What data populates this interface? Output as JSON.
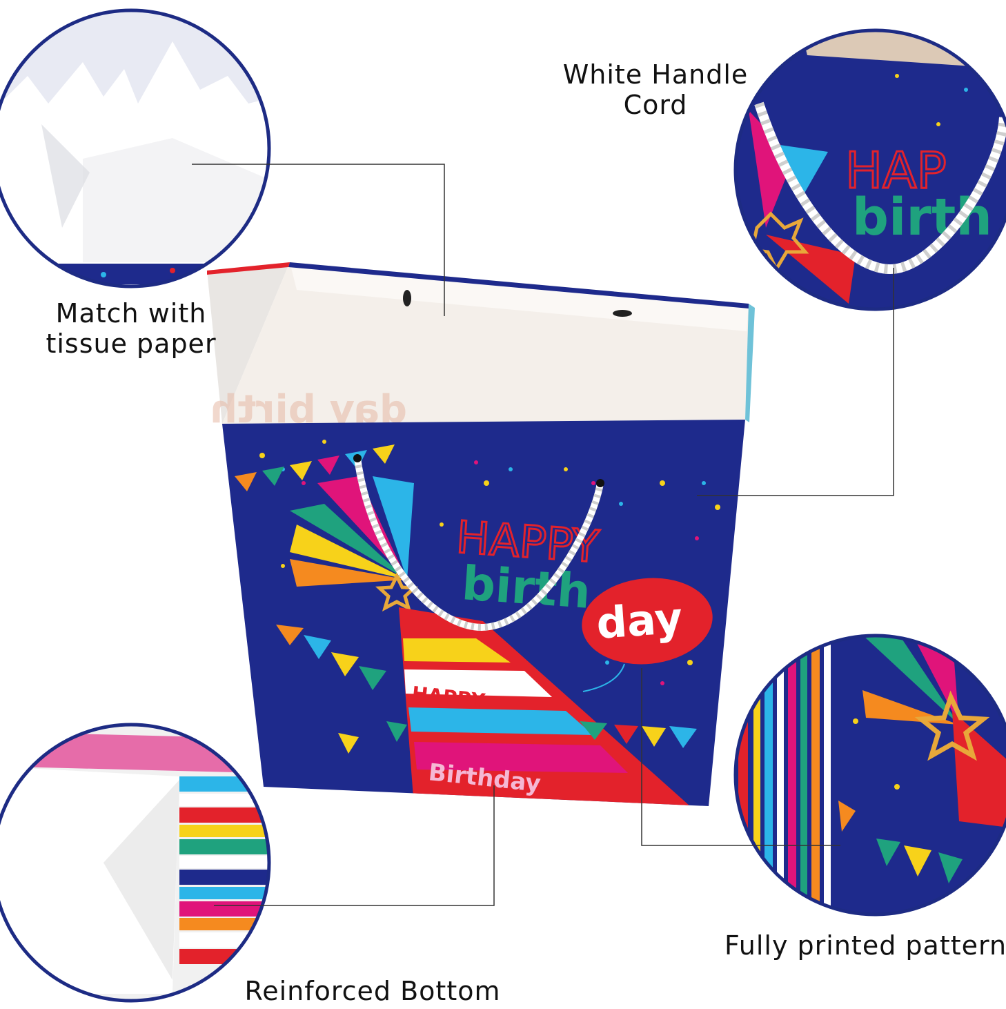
{
  "callouts": {
    "tissue": {
      "line1": "Match with",
      "line2": "tissue paper"
    },
    "handle": {
      "line1": "White Handle",
      "line2": "Cord"
    },
    "pattern": {
      "label": "Fully printed pattern"
    },
    "bottom": {
      "label": "Reinforced Bottom"
    }
  },
  "bag_print": {
    "happy": "HAPPY",
    "birth": "birth",
    "day": "day",
    "ribbon_happy": "HAPPY",
    "ribbon_birthday": "Birthday",
    "inside_mirror": "day birth"
  },
  "colors": {
    "navy": "#1e2a8c",
    "red": "#e3222b",
    "teal": "#1fa27e",
    "magenta": "#e0147a",
    "orange": "#f58a1f",
    "yellow": "#f7d21a",
    "cyan": "#2cb5e8",
    "circle_border": "#1d2b84"
  }
}
